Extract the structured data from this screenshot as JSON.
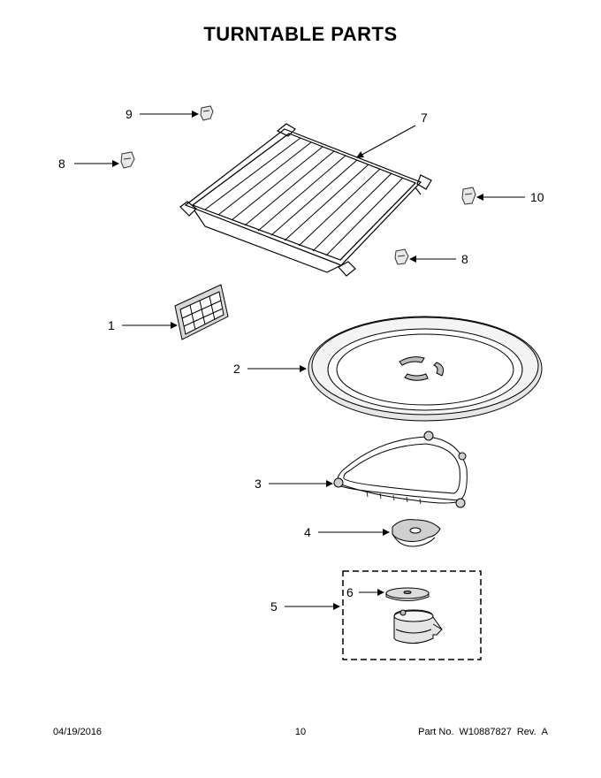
{
  "header": {
    "title": "TURNTABLE PARTS"
  },
  "callouts": [
    "9",
    "7",
    "8",
    "10",
    "8",
    "1",
    "2",
    "3",
    "4",
    "6",
    "5"
  ],
  "footer": {
    "date": "04/19/2016",
    "page": "10",
    "part_label": "Part No.",
    "part_number": "W10887827",
    "rev_label": "Rev.",
    "rev_value": "A"
  }
}
